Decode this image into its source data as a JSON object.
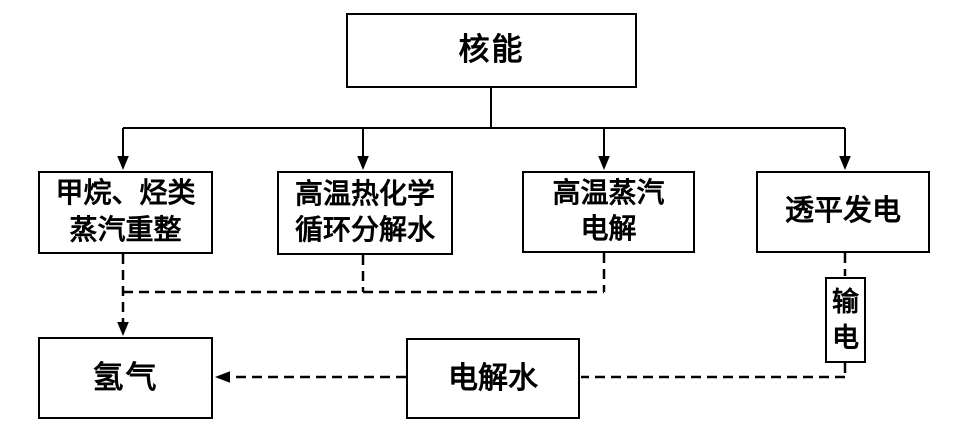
{
  "diagram": {
    "type": "flowchart",
    "colors": {
      "line": "#000000",
      "box_border": "#000000",
      "box_fill": "#ffffff",
      "text": "#000000",
      "background": "#ffffff"
    },
    "nodes": {
      "nuclear": {
        "label": "核能"
      },
      "methane_reforming": {
        "line1": "甲烷、烃类",
        "line2": "蒸汽重整"
      },
      "thermochemical_cycle": {
        "line1": "高温热化学",
        "line2": "循环分解水"
      },
      "steam_electrolysis": {
        "line1": "高温蒸汽",
        "line2": "电解"
      },
      "turbine_generation": {
        "label": "透平发电"
      },
      "power_transmission": {
        "label": "输电"
      },
      "hydrogen": {
        "label": "氢气"
      },
      "water_electrolysis": {
        "label": "电解水"
      }
    },
    "edges": [
      {
        "from": "nuclear",
        "to": "methane_reforming",
        "style": "solid",
        "arrow": true
      },
      {
        "from": "nuclear",
        "to": "thermochemical_cycle",
        "style": "solid",
        "arrow": true
      },
      {
        "from": "nuclear",
        "to": "steam_electrolysis",
        "style": "solid",
        "arrow": true
      },
      {
        "from": "nuclear",
        "to": "turbine_generation",
        "style": "solid",
        "arrow": true
      },
      {
        "from": "methane_reforming",
        "to": "hydrogen",
        "style": "dashed",
        "arrow": true
      },
      {
        "from": "thermochemical_cycle",
        "to": "hydrogen",
        "style": "dashed",
        "arrow": true
      },
      {
        "from": "steam_electrolysis",
        "to": "hydrogen",
        "style": "dashed",
        "arrow": true
      },
      {
        "from": "turbine_generation",
        "to": "power_transmission",
        "style": "dashed",
        "arrow": false
      },
      {
        "from": "power_transmission",
        "to": "water_electrolysis",
        "style": "dashed",
        "arrow": false
      },
      {
        "from": "water_electrolysis",
        "to": "hydrogen",
        "style": "dashed",
        "arrow": true
      }
    ]
  }
}
